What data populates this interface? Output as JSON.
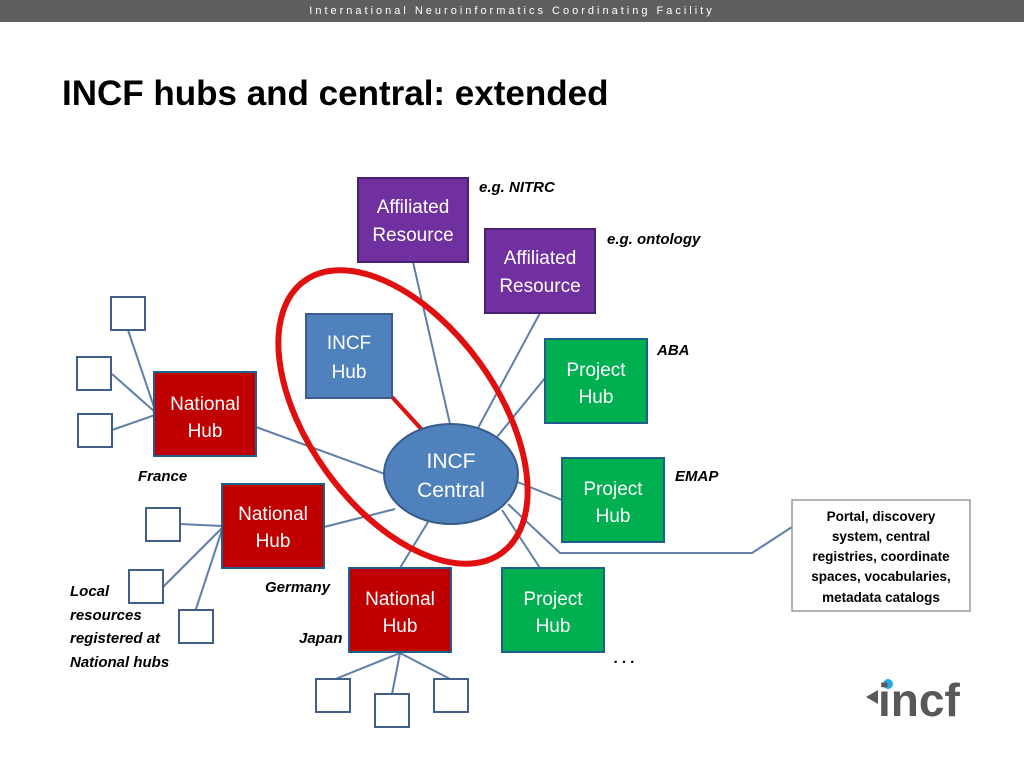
{
  "header": {
    "org_name": "International Neuroinformatics Coordinating Facility"
  },
  "slide": {
    "title": "INCF hubs and central: extended"
  },
  "diagram": {
    "central": {
      "line1": "INCF",
      "line2": "Central"
    },
    "incf_hub": {
      "line1": "INCF",
      "line2": "Hub"
    },
    "affiliated": [
      {
        "line1": "Affiliated",
        "line2": "Resource",
        "annotation": "e.g. NITRC"
      },
      {
        "line1": "Affiliated",
        "line2": "Resource",
        "annotation": "e.g. ontology"
      }
    ],
    "projects": [
      {
        "line1": "Project",
        "line2": "Hub",
        "annotation": "ABA"
      },
      {
        "line1": "Project",
        "line2": "Hub",
        "annotation": "EMAP"
      },
      {
        "line1": "Project",
        "line2": "Hub",
        "annotation": ". . ."
      }
    ],
    "nationals": [
      {
        "line1": "National",
        "line2": "Hub",
        "annotation": "France"
      },
      {
        "line1": "National",
        "line2": "Hub",
        "annotation": "Germany"
      },
      {
        "line1": "National",
        "line2": "Hub",
        "annotation": "Japan"
      }
    ],
    "local_note": [
      "Local",
      "resources",
      "registered at",
      "National hubs"
    ],
    "callout": [
      "Portal, discovery",
      "system, central",
      "registries, coordinate",
      "spaces, vocabularies,",
      "metadata catalogs"
    ]
  },
  "logo": {
    "text": "incf"
  },
  "colors": {
    "affiliated": "#7030a0",
    "incf_hub": "#4f81bd",
    "project": "#00b050",
    "national": "#c00000",
    "central": "#4f81bd",
    "ring": "#e01010",
    "connector": "#5f7fa8",
    "logo_dot": "#29abe2"
  }
}
